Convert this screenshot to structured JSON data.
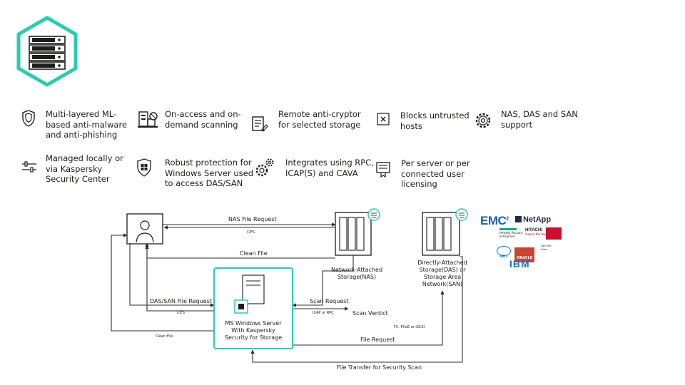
{
  "colors": {
    "accent": "#29ccb1",
    "dark": "#1d1d1b",
    "line": "#2e2e2e"
  },
  "features": [
    {
      "text": "Multi-layered ML-based anti-malware and anti-phishing",
      "icon": "shield-icon"
    },
    {
      "text": "On-access and on-demand scanning",
      "icon": "scan-devices-icon"
    },
    {
      "text": "Remote anti-cryptor for selected storage",
      "icon": "document-edit-icon"
    },
    {
      "text": "Blocks untrusted hosts",
      "icon": "blocked-host-icon"
    },
    {
      "text": "NAS, DAS and SAN support",
      "icon": "gears-icon"
    },
    {
      "text": "Managed locally or via Kaspersky Security Center",
      "icon": "sliders-icon"
    },
    {
      "text": "Robust protection for Windows Server used to access DAS/SAN",
      "icon": "windows-shield-icon"
    },
    {
      "text": "Integrates using RPC, ICAP(S) and CAVA",
      "icon": "gear-icon"
    },
    {
      "text": "Per server or per connected user licensing",
      "icon": "license-icon"
    }
  ],
  "diagram": {
    "nas_file_request": "NAS File Request",
    "cifs_top": "CIFS",
    "clean_file_top": "Clean File",
    "nas_label": "Network-Attached Storage(NAS)",
    "das_label": "Directly-Attached Storage(DAS) or Storage Area Network(SAN)",
    "das_san_file_request": "DAS/SAN File Request",
    "cifs_bottom": "CIFS",
    "clean_file_bottom": "Clean File",
    "server_label": "MS Windows Server With Kaspersky Security for Storage",
    "scan_request": "Scan Request",
    "icap_rpc": "ICAP or RPC",
    "scan_verdict": "Scan Verdict",
    "protocols": "FC, FCoE or iSCSI",
    "file_request": "File Request",
    "file_transfer": "File Transfer for Security Scan"
  },
  "vendors": {
    "emc": "EMC",
    "emc_sup": "2",
    "netapp": "NetApp",
    "hpe": "Hewlett Packard Enterprise",
    "hitachi": "HITACHI",
    "hitachi_sub": "Inspire the Next",
    "dell": "DELL",
    "oracle": "ORACLE",
    "ibm": "IBM",
    "dell_emc": "Dell EMC Isilon"
  }
}
